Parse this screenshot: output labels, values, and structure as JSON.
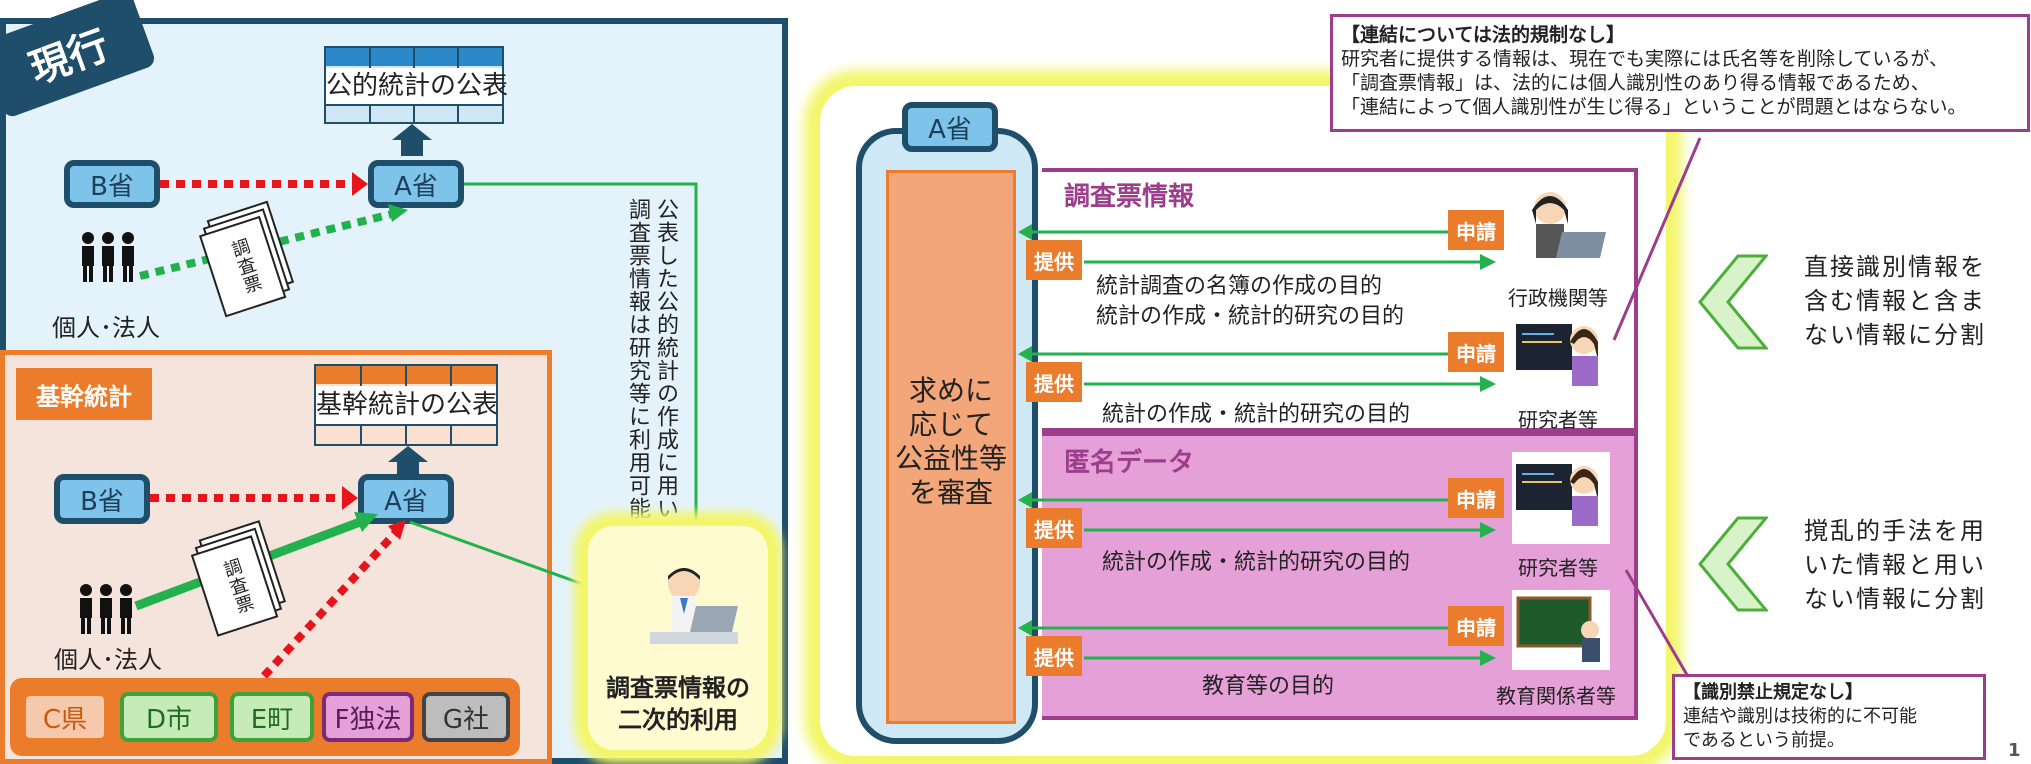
{
  "left": {
    "genko_label": "現行",
    "kokko_table_title": "公的統計の公表",
    "b_sho": "B省",
    "a_sho": "A省",
    "kojin_hojin": "個人･法人",
    "chosahyo": "調査票",
    "vertical_note_col1": "公表した公的統計の作成に用いた",
    "vertical_note_col2": "調査票情報は研究等に利用可能",
    "kikan_label": "基幹統計",
    "kikan_table_title": "基幹統計の公表",
    "b_sho2": "B省",
    "a_sho2": "A省",
    "kojin_hojin2": "個人･法人",
    "chosahyo2": "調査票",
    "orgs": [
      "C県",
      "D市",
      "E町",
      "F独法",
      "G社"
    ],
    "secondary_use_line1": "調査票情報の",
    "secondary_use_line2": "二次的利用"
  },
  "right": {
    "a_sho": "A省",
    "review_text": [
      "求めに",
      "応じて",
      "公益性等",
      "を審査"
    ],
    "note_top_title": "【連結については法的規制なし】",
    "note_top_lines": [
      "研究者に提供する情報は、現在でも実際には氏名等を削除しているが、",
      "「調査票情報」は、法的には個人識別性のあり得る情報であるため、",
      "「連結によって個人識別性が生じ得る」ということが問題とはならない。"
    ],
    "chosahyo_section": "調査票情報",
    "anonymous_section": "匿名データ",
    "shinsei": "申請",
    "teikyo": "提供",
    "rows": [
      {
        "purpose_lines": [
          "統計調査の名簿の作成の目的",
          "統計の作成・統計的研究の目的"
        ],
        "recipient": "行政機関等"
      },
      {
        "purpose_lines": [
          "統計の作成・統計的研究の目的"
        ],
        "recipient": "研究者等"
      },
      {
        "purpose_lines": [
          "統計の作成・統計的研究の目的"
        ],
        "recipient": "研究者等"
      },
      {
        "purpose_lines": [
          "教育等の目的"
        ],
        "recipient": "教育関係者等"
      }
    ],
    "side_note_1": [
      "直接識別情報を",
      "含む情報と含ま",
      "ない情報に分割"
    ],
    "side_note_2": [
      "撹乱的手法を用",
      "いた情報と用い",
      "ない情報に分割"
    ],
    "note_bottom_title": "【識別禁止規定なし】",
    "note_bottom_lines": [
      "連結や識別は技術的に不可能",
      "であるという前提。"
    ],
    "page_number": "1"
  },
  "colors": {
    "navy": "#1f4e6b",
    "light_blue_bg": "#e4f3fb",
    "orange": "#ea7c2c",
    "green_arrow": "#22b14c",
    "red_dotted": "#e8141b",
    "purple": "#9c3e8c",
    "pink_bg": "#e6a0d8",
    "yellow_glow": "#f3f66a"
  }
}
